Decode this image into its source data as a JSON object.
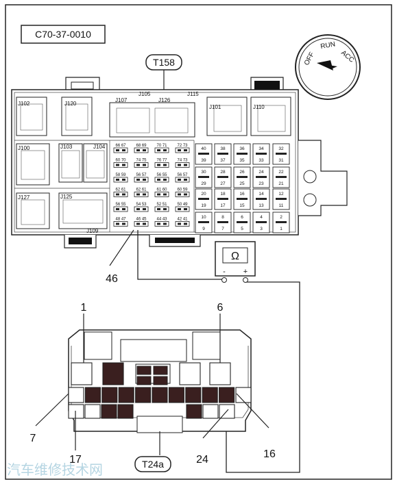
{
  "figure_code": "C70-37-0010",
  "ignition": {
    "labels": [
      "OFF",
      "RUN",
      "ACC"
    ]
  },
  "fuse_box": {
    "label": "T158",
    "left_relays": [
      "J102",
      "J120",
      "J100",
      "J103",
      "J104",
      "J127",
      "J125",
      "J109"
    ],
    "center_relays": [
      "J105",
      "J107",
      "J115",
      "J126"
    ],
    "right_relays": [
      "J101",
      "J110"
    ],
    "pin_label": "46",
    "center_pairs": [
      [
        "66 67",
        "68 69",
        "70 71",
        "72 73"
      ],
      [
        "60 70",
        "74 75",
        "76 77",
        "74 73"
      ],
      [
        "58 59",
        "56 57",
        "56 55",
        "56 57"
      ],
      [
        "62 61",
        "62 61",
        "61 60",
        "60 59"
      ],
      [
        "56 55",
        "54 53",
        "52 51",
        "50 49"
      ],
      [
        "48 47",
        "46 45",
        "44 43",
        "42 41"
      ]
    ],
    "right_grid": [
      [
        "40",
        "38",
        "36",
        "34",
        "32"
      ],
      [
        "39",
        "37",
        "35",
        "33",
        "31"
      ],
      [
        "30",
        "28",
        "26",
        "24",
        "22"
      ],
      [
        "29",
        "27",
        "25",
        "23",
        "21"
      ],
      [
        "20",
        "18",
        "16",
        "14",
        "12"
      ],
      [
        "19",
        "17",
        "15",
        "13",
        "11"
      ],
      [
        "10",
        "8",
        "6",
        "4",
        "2"
      ],
      [
        "9",
        "7",
        "5",
        "3",
        "1"
      ]
    ]
  },
  "meter": {
    "symbol": "Ω",
    "neg": "-",
    "pos": "+"
  },
  "connector": {
    "label": "T24a",
    "pins": {
      "p1": "1",
      "p6": "6",
      "p7": "7",
      "p17": "17",
      "p24": "24",
      "p16": "16"
    }
  },
  "watermark": "汽车维修技术网"
}
